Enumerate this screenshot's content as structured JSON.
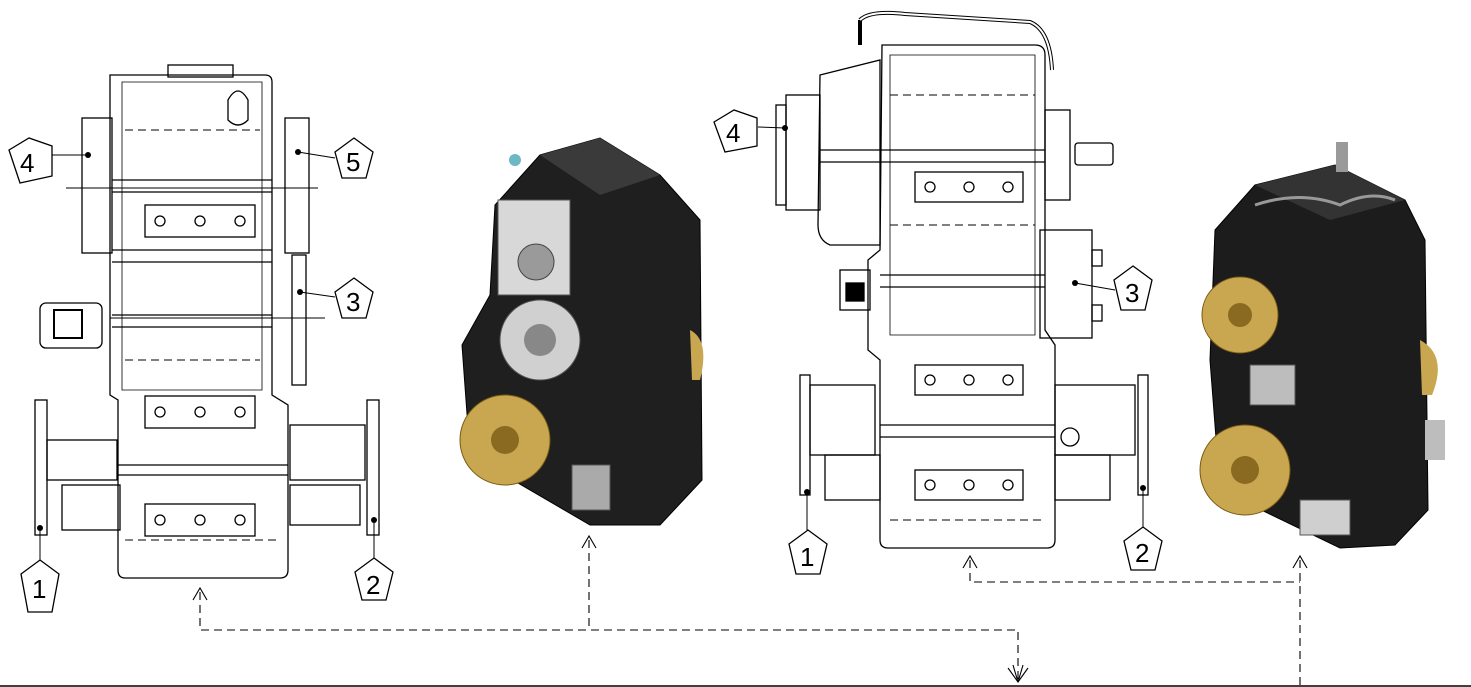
{
  "left_drawing": {
    "callouts": [
      {
        "id": "1",
        "text": "1"
      },
      {
        "id": "2",
        "text": "2"
      },
      {
        "id": "3",
        "text": "3"
      },
      {
        "id": "4",
        "text": "4"
      },
      {
        "id": "5",
        "text": "5"
      }
    ]
  },
  "right_drawing": {
    "callouts": [
      {
        "id": "1",
        "text": "1"
      },
      {
        "id": "2",
        "text": "2"
      },
      {
        "id": "3",
        "text": "3"
      },
      {
        "id": "4",
        "text": "4"
      }
    ]
  },
  "colors": {
    "line": "#000000",
    "casing_dark": "#1e1e1e",
    "flange_brass": "#c9a650",
    "flange_silver": "#d6d6d6"
  },
  "icons": [
    "gearbox-render-icon",
    "gearbox-render-icon"
  ]
}
